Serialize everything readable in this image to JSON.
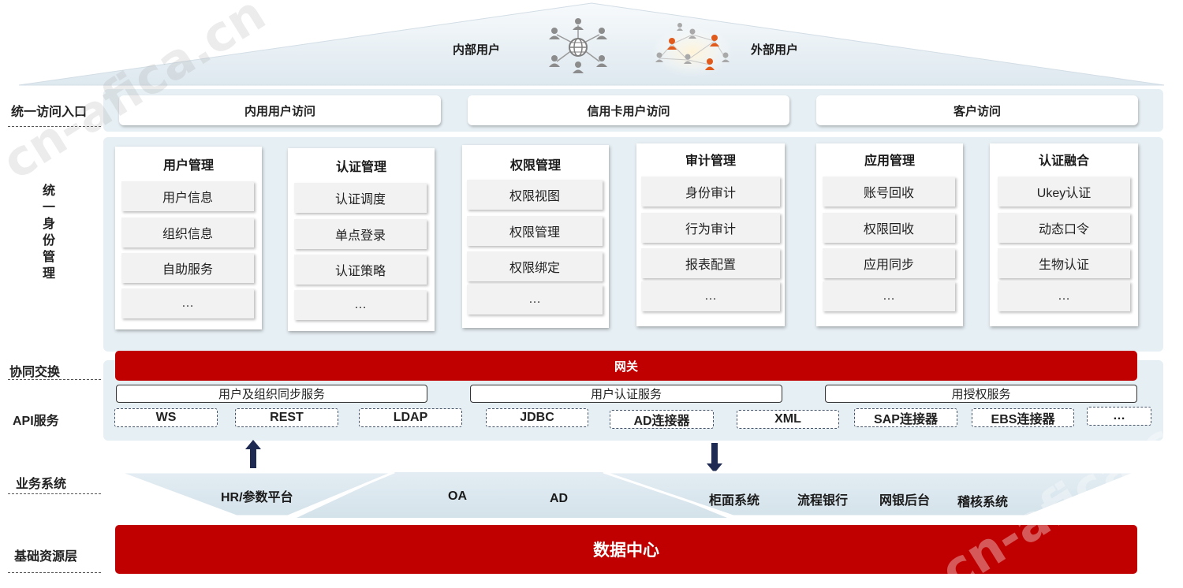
{
  "roof": {
    "internal_users": "内部用户",
    "external_users": "外部用户"
  },
  "row_labels": {
    "access": "统一访问入口",
    "identity": [
      "统",
      "一",
      "身",
      "份",
      "管",
      "理"
    ],
    "exchange": "协同交换",
    "api": "API服务",
    "business": "业务系统",
    "infra": "基础资源层"
  },
  "access_entries": [
    "内用用户访问",
    "信用卡用户访问",
    "客户访问"
  ],
  "modules": [
    {
      "title": "用户管理",
      "items": [
        "用户信息",
        "组织信息",
        "自助服务",
        "…"
      ]
    },
    {
      "title": "认证管理",
      "items": [
        "认证调度",
        "单点登录",
        "认证策略",
        "…"
      ]
    },
    {
      "title": "权限管理",
      "items": [
        "权限视图",
        "权限管理",
        "权限绑定",
        "…"
      ]
    },
    {
      "title": "审计管理",
      "items": [
        "身份审计",
        "行为审计",
        "报表配置",
        "…"
      ]
    },
    {
      "title": "应用管理",
      "items": [
        "账号回收",
        "权限回收",
        "应用同步",
        "…"
      ]
    },
    {
      "title": "认证融合",
      "items": [
        "Ukey认证",
        "动态口令",
        "生物认证",
        "…"
      ]
    }
  ],
  "gateway": "网关",
  "services": [
    "用户及组织同步服务",
    "用户认证服务",
    "用授权服务"
  ],
  "connectors": [
    "WS",
    "REST",
    "LDAP",
    "JDBC",
    "AD连接器",
    "XML",
    "SAP连接器",
    "EBS连接器",
    "…"
  ],
  "business_systems": {
    "left": "HR/参数平台",
    "middle": [
      "OA",
      "AD"
    ],
    "right": [
      "柜面系统",
      "流程银行",
      "网银后台",
      "稽核系统"
    ]
  },
  "data_center": "数据中心",
  "watermarks": [
    "cn-afica.cn",
    "cn-afica.cn"
  ],
  "colors": {
    "accent_red": "#c00000",
    "panel_blue": "#e6eff4",
    "arrow_navy": "#1f2a52"
  }
}
